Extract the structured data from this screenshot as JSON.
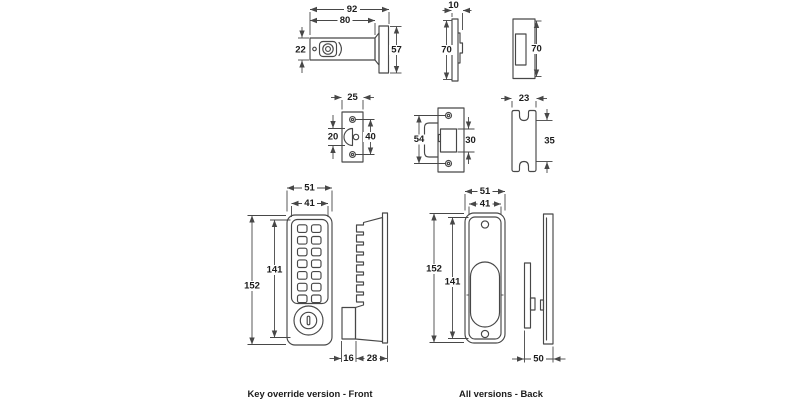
{
  "captions": {
    "front": "Key override version - Front",
    "back": "All versions - Back"
  },
  "latch": {
    "overall_length": "92",
    "body_length": "80",
    "bolt_height": "22",
    "faceplate_height": "57"
  },
  "faceplate_side": {
    "thickness": "10",
    "height": "70"
  },
  "faceplate_front": {
    "height": "70"
  },
  "latch_plate": {
    "width": "25",
    "bolt_width": "20",
    "screw_centers": "40"
  },
  "strike_plate": {
    "screw_centers": "54",
    "opening_height": "30"
  },
  "dust_box": {
    "width": "23",
    "height": "35"
  },
  "front_view": {
    "width": "51",
    "recess_width": "41",
    "recess_height": "141",
    "height": "152",
    "bolt_projection": "16",
    "body_projection": "28"
  },
  "back_view": {
    "width": "51",
    "recess_width": "41",
    "height": "152",
    "recess_height": "141",
    "depth": "50"
  },
  "colors": {
    "line": "#474747",
    "text": "#1c1c1c",
    "background": "#ffffff"
  }
}
